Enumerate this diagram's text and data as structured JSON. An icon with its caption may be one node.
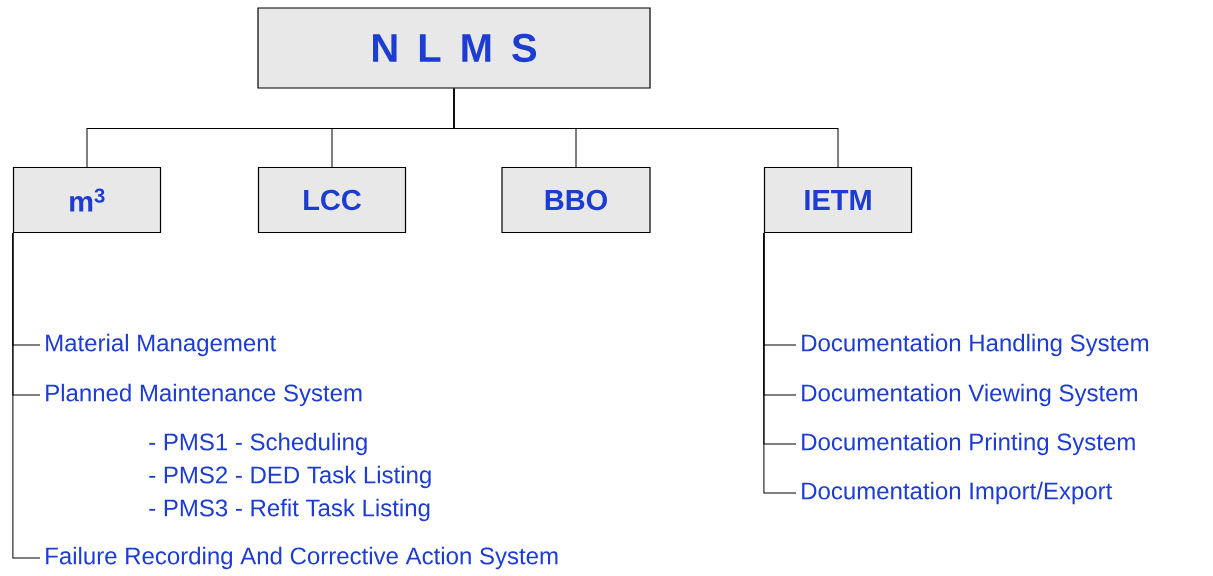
{
  "diagram": {
    "nodes": [
      {
        "text": [
          "N L M S"
        ]
      },
      {
        "text": [
          "m$^{3}$"
        ]
      },
      {
        "text": [
          "LCC"
        ]
      },
      {
        "text": [
          "BBO"
        ]
      },
      {
        "text": [
          "IETM"
        ]
      },
      {
        "text": [
          "Material Management"
        ]
      },
      {
        "text": [
          "Planned Maintenance System"
        ]
      },
      {
        "text": [
          "Failure Recording And Corrective Action System"
        ]
      },
      {
        "text": [
          "Documentation Handling System"
        ]
      },
      {
        "text": [
          "Documentation Viewing System"
        ]
      },
      {
        "text": [
          "Documentation Printing System"
        ]
      },
      {
        "text": [
          "Documentation Import/Export"
        ]
      }
    ],
    "edges": [
      {
        "from": 0,
        "to": 1,
        "arrow": "none"
      },
      {
        "from": 0,
        "to": 2,
        "arrow": "none"
      },
      {
        "from": 0,
        "to": 3,
        "arrow": "none"
      },
      {
        "from": 0,
        "to": 4,
        "arrow": "none"
      },
      {
        "from": 1,
        "to": 5,
        "arrow": "none"
      },
      {
        "from": 1,
        "to": 6,
        "arrow": "none"
      },
      {
        "from": 1,
        "to": 7,
        "arrow": "none"
      },
      {
        "from": 4,
        "to": 8,
        "arrow": "none"
      },
      {
        "from": 4,
        "to": 9,
        "arrow": "none"
      },
      {
        "from": 4,
        "to": 10,
        "arrow": "none"
      },
      {
        "from": 4,
        "to": 11,
        "arrow": "none"
      }
    ],
    "labels": [
      "- PMS1 - Scheduling",
      "- PMS2 - DED Task Listing",
      "- PMS3 - Refit Task Listing"
    ]
  }
}
